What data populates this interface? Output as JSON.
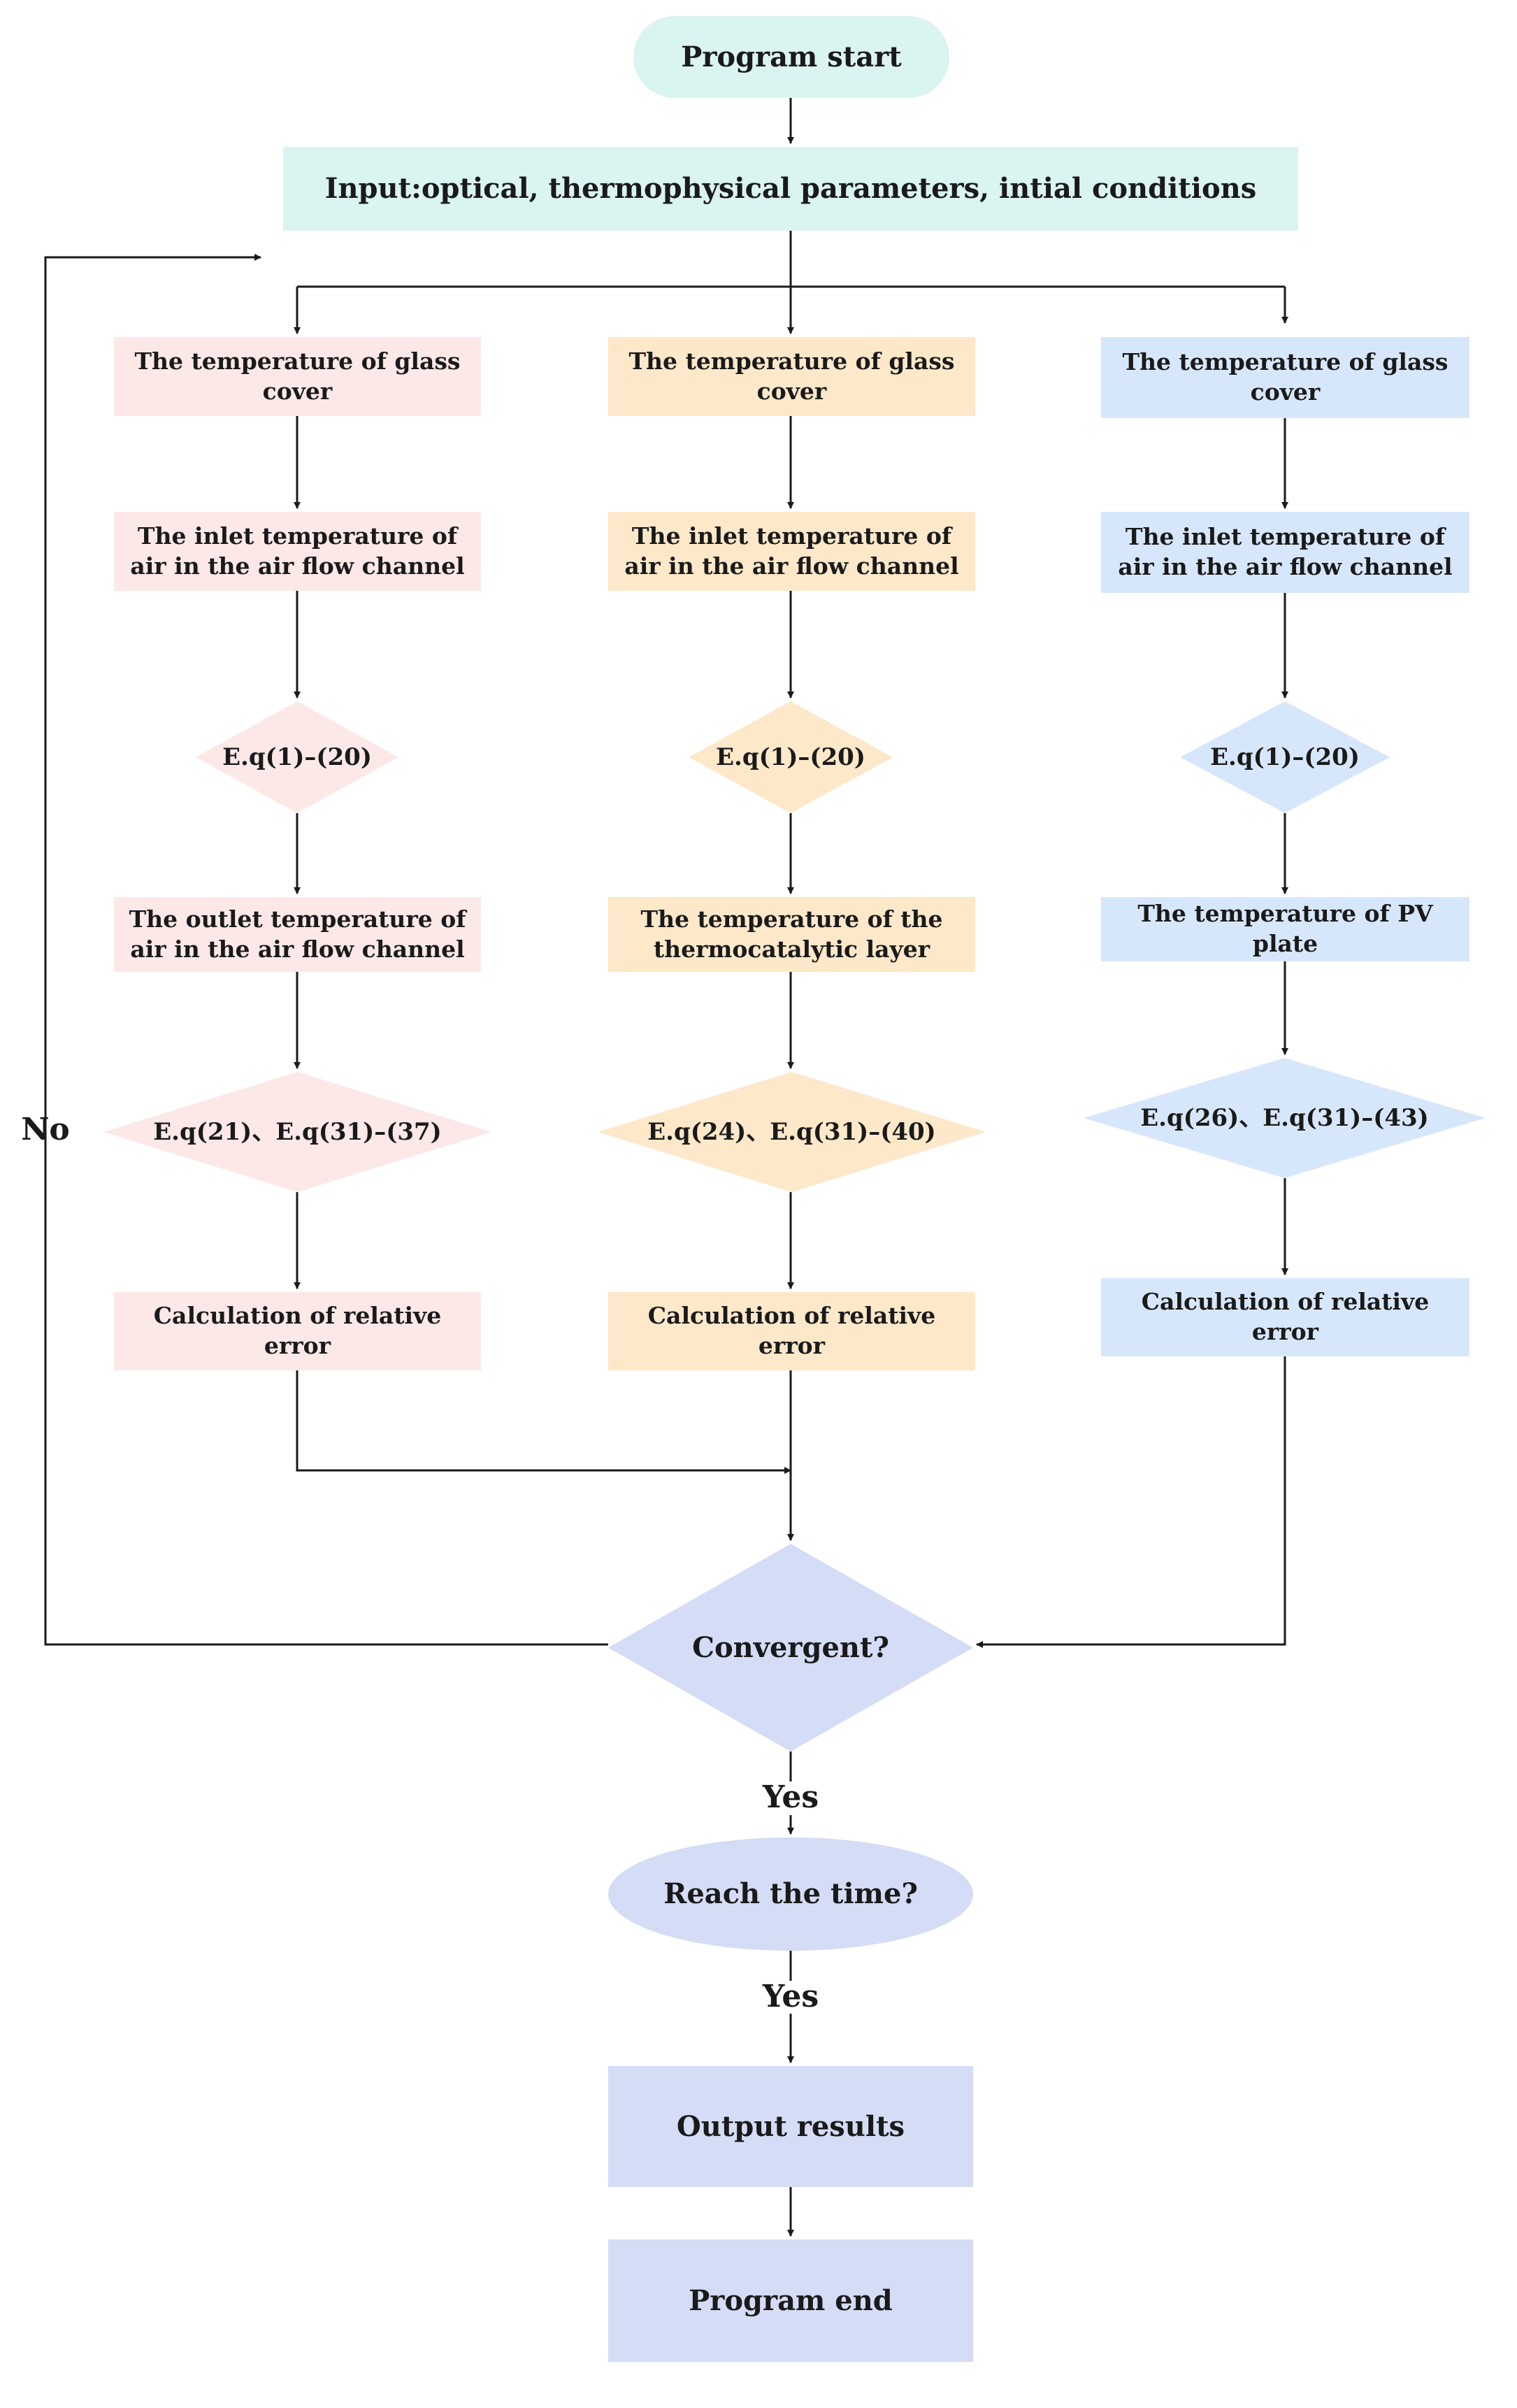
{
  "nodes": {
    "start": "Program start",
    "input": "Input:optical, thermophysical parameters, intial conditions",
    "col1": {
      "glass": "The temperature of glass cover",
      "inlet": "The inlet temperature of air in the air flow channel",
      "eq1": "E.q(1)–(20)",
      "outlet": "The outlet temperature of air in the air flow channel",
      "eq2": "E.q(21)、E.q(31)–(37)",
      "error": "Calculation of relative error"
    },
    "col2": {
      "glass": "The temperature of glass cover",
      "inlet": "The inlet temperature of air in the air flow channel",
      "eq1": "E.q(1)–(20)",
      "layer": "The temperature of the thermocatalytic layer",
      "eq2": "E.q(24)、E.q(31)–(40)",
      "error": "Calculation of relative error"
    },
    "col3": {
      "glass": "The temperature of glass cover",
      "inlet": "The inlet temperature of air in the air flow channel",
      "eq1": "E.q(1)–(20)",
      "pv": "The temperature of PV plate",
      "eq2": "E.q(26)、E.q(31)–(43)",
      "error": "Calculation of relative error"
    },
    "convergent": "Convergent?",
    "reach": "Reach the time?",
    "output": "Output results",
    "end": "Program end"
  },
  "labels": {
    "no": "No",
    "yes1": "Yes",
    "yes2": "Yes"
  },
  "colors": {
    "pink": "#fde8e8",
    "orange": "#fde8c9",
    "blue": "#d7e7fb",
    "mint": "#daf4f1",
    "lavender": "#d4dcf6",
    "line": "#1a1a1a"
  }
}
